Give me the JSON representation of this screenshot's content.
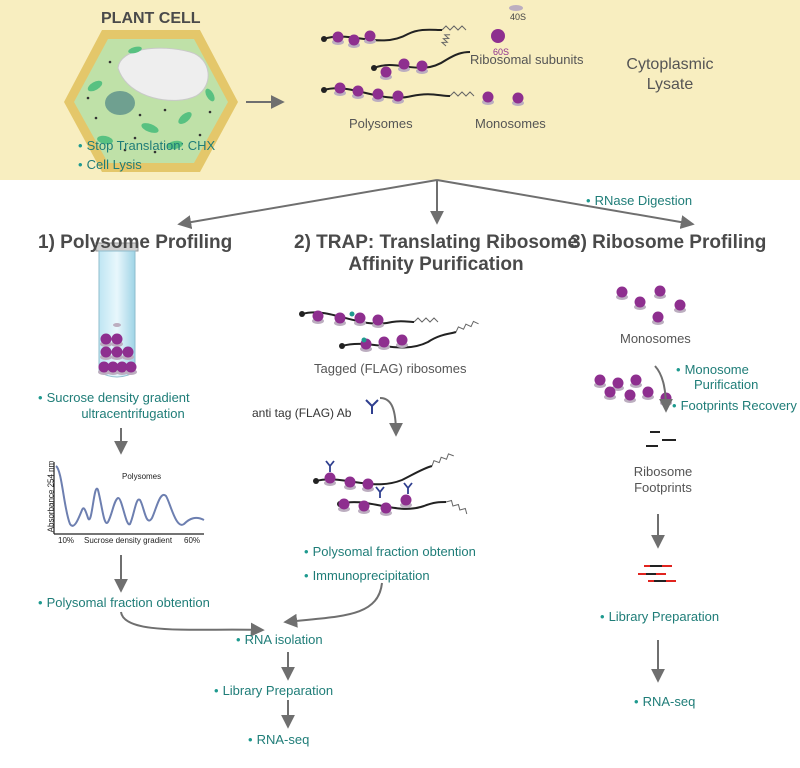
{
  "top": {
    "cell_title": "PLANT CELL",
    "steps": [
      "Stop Translation: CHX",
      "Cell Lysis"
    ],
    "label_40s": "40S",
    "label_60s": "60S",
    "ribosomal_subunits": "Ribosomal subunits",
    "polysomes": "Polysomes",
    "monosomes": "Monosomes",
    "lysate_line1": "Cytoplasmic",
    "lysate_line2": "Lysate"
  },
  "rnase": "RNase Digestion",
  "col1": {
    "title": "1) Polysome Profiling",
    "sucrose_line1": "Sucrose density gradient",
    "sucrose_line2": "ultracentrifugation",
    "graph_title": "Polysomes",
    "y_axis": "Absorbance 254 nm",
    "x_left": "10%",
    "x_mid": "Sucrose density gradient",
    "x_right": "60%",
    "polysomal": "Polysomal fraction obtention"
  },
  "col2": {
    "title_line1": "2) TRAP: Translating Ribosome",
    "title_line2": "Affinity Purification",
    "tagged": "Tagged (FLAG) ribosomes",
    "antibody": "anti tag (FLAG) Ab",
    "polysomal": "Polysomal fraction obtention",
    "immuno": "Immunoprecipitation"
  },
  "col3": {
    "title": "3) Ribosome Profiling",
    "monosomes": "Monosomes",
    "mono_purif_line1": "Monosome",
    "mono_purif_line2": "Purification",
    "footprints_recovery": "Footprints Recovery",
    "footprints_line1": "Ribosome",
    "footprints_line2": "Footprints",
    "library": "Library Preparation",
    "rnaseq": "RNA-seq"
  },
  "merge": {
    "rna_isolation": "RNA isolation",
    "library": "Library Preparation",
    "rnaseq": "RNA-seq"
  },
  "colors": {
    "band": "#f8eec0",
    "ribosome": "#8e2f8f",
    "subunit_small": "#bcaec0",
    "teal_text": "#1f7d78",
    "arrow": "#6f6f6f",
    "cell_wall": "#e4c76a",
    "cytoplasm": "#bfe1a8",
    "chloroplast": "#58c181",
    "footprint_red": "#e0241f"
  }
}
